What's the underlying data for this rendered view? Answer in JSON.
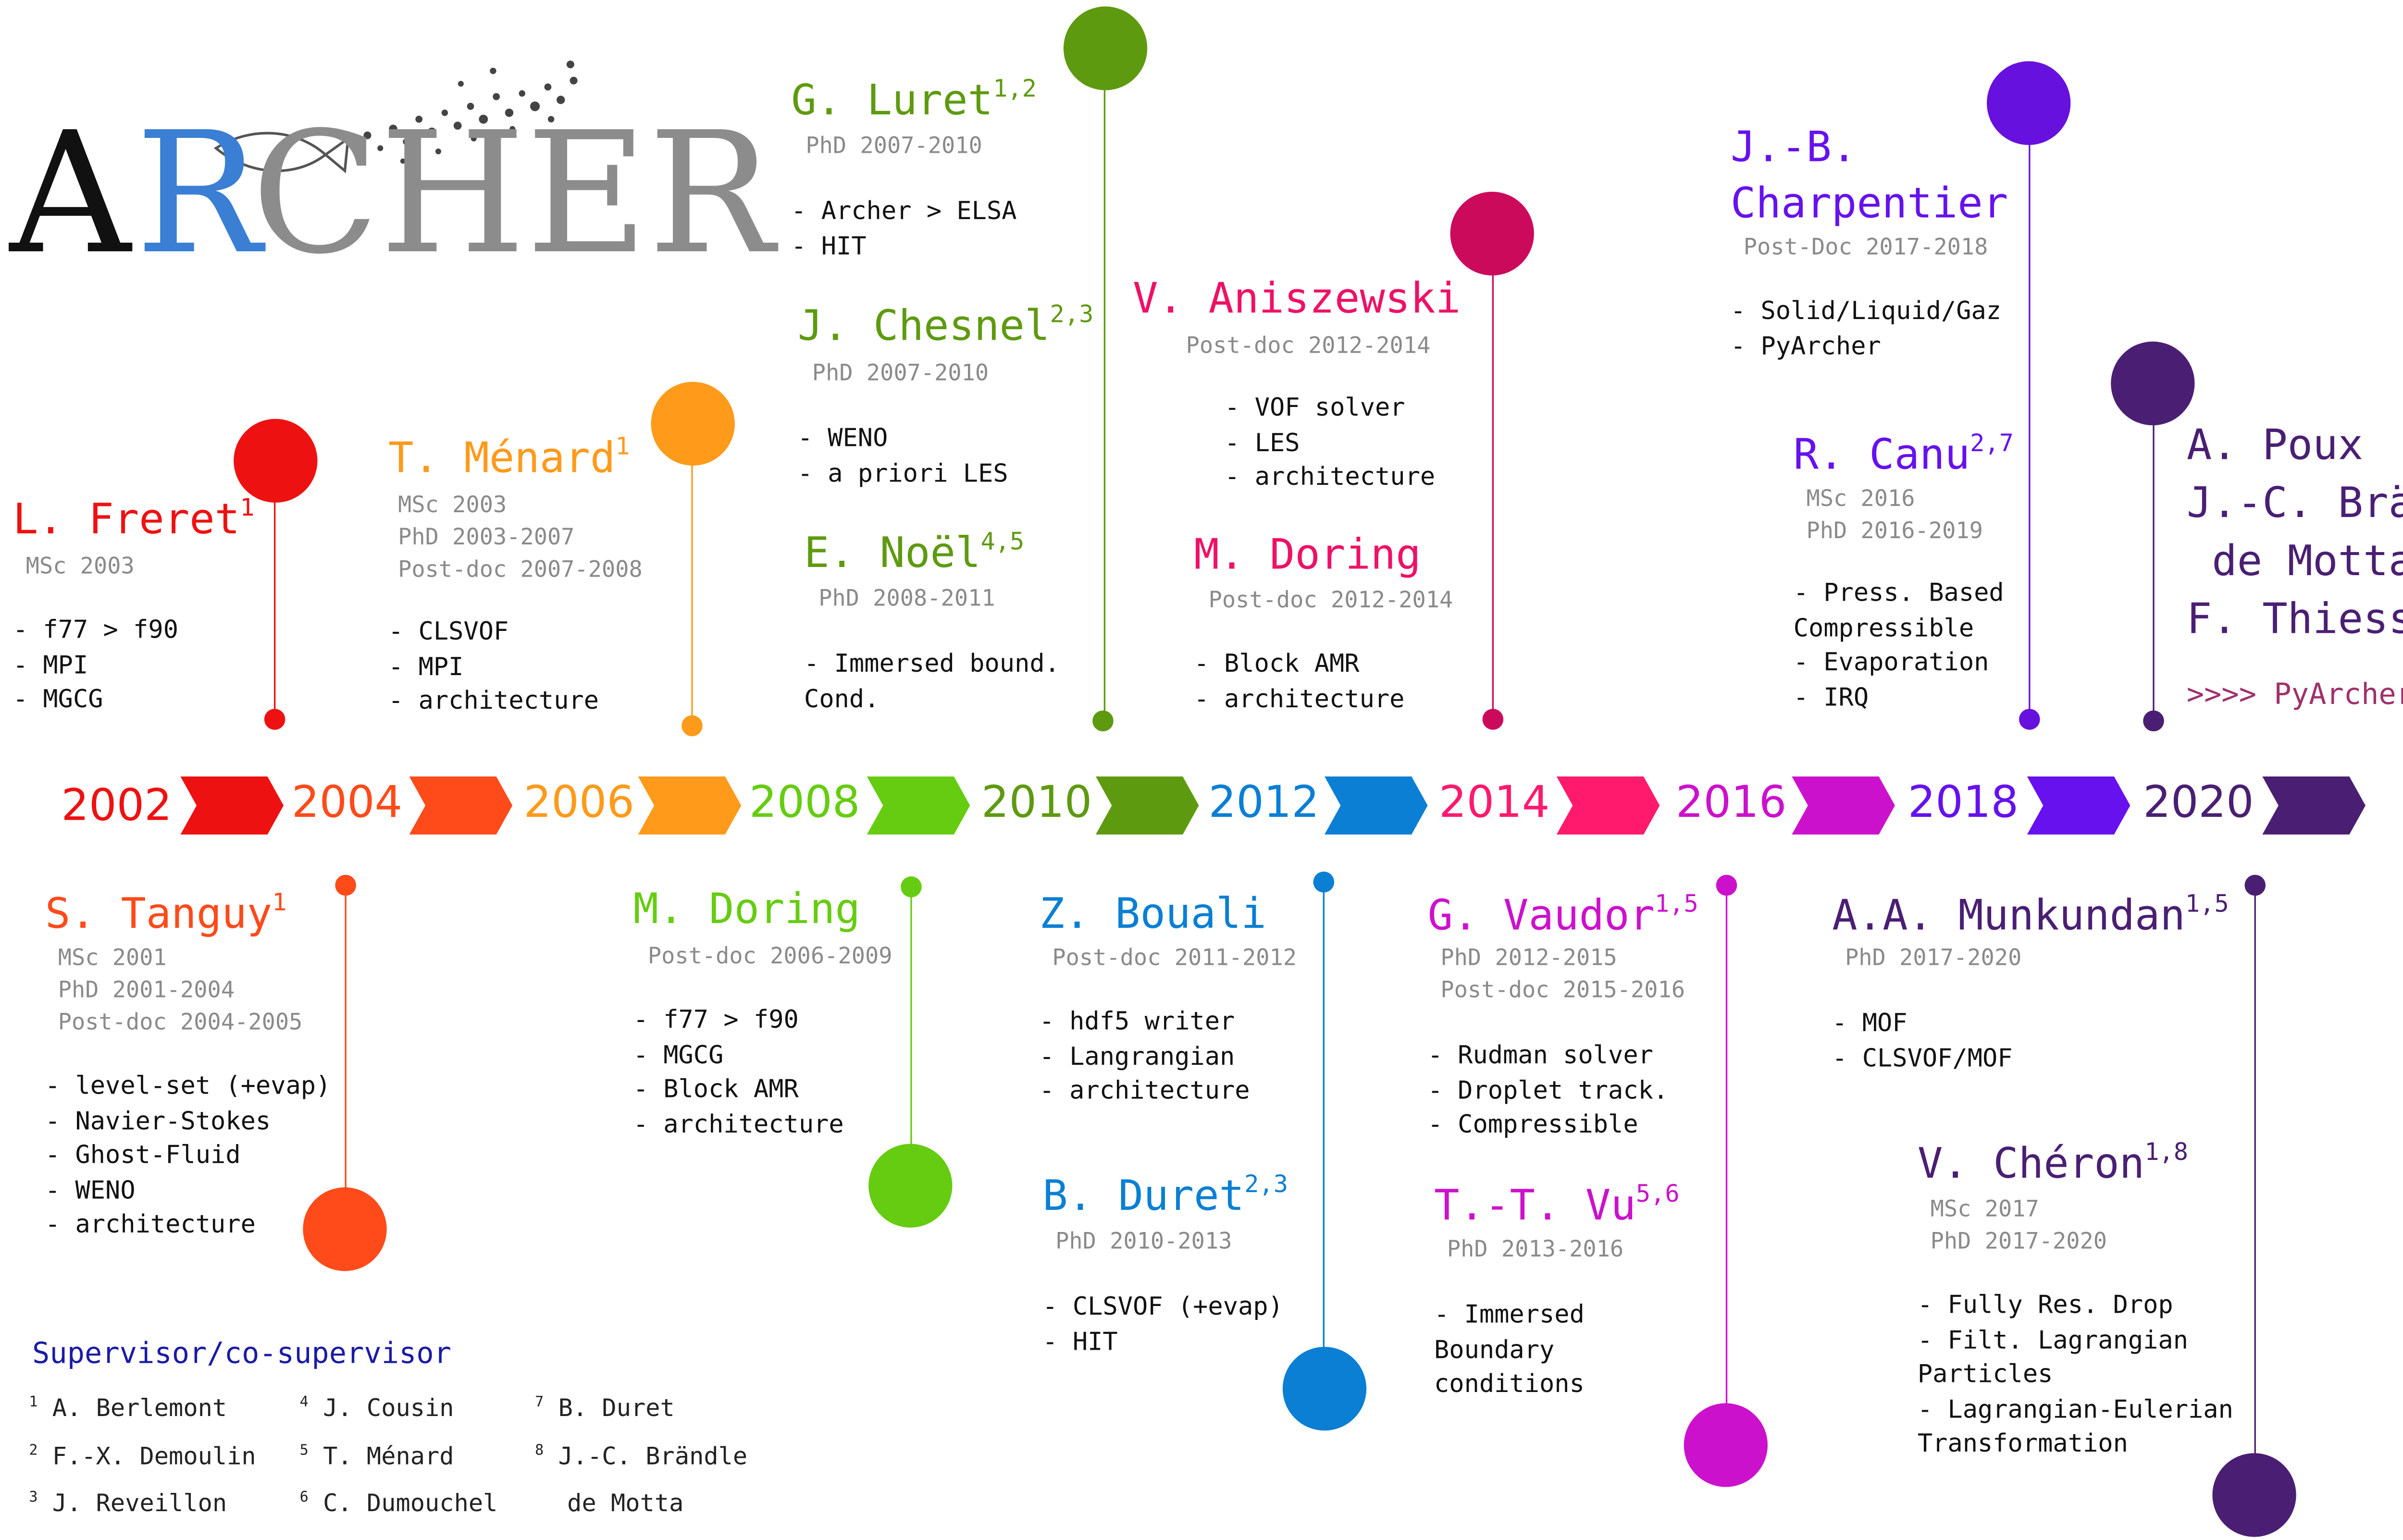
{
  "logo": {
    "text_a": "A",
    "text_r": "R",
    "text_rest": "CHER"
  },
  "timeline": {
    "years": [
      {
        "label": "2002",
        "color": "#ee1111"
      },
      {
        "label": "2004",
        "color": "#ff4a1a"
      },
      {
        "label": "2006",
        "color": "#ff9a1a"
      },
      {
        "label": "2008",
        "color": "#66cc11"
      },
      {
        "label": "2010",
        "color": "#5e9a10"
      },
      {
        "label": "2012",
        "color": "#0a7fd4"
      },
      {
        "label": "2014",
        "color": "#ff1a6e"
      },
      {
        "label": "2016",
        "color": "#cc11cc"
      },
      {
        "label": "2018",
        "color": "#6611ee"
      },
      {
        "label": "2020",
        "color": "#4a1f73"
      }
    ]
  },
  "people": [
    {
      "name": "L. Freret",
      "sup": "1",
      "color": "#ee1111",
      "role": "MSc 2003",
      "items": "- f77 > f90\n- MPI\n- MGCG"
    },
    {
      "name": "T. Ménard",
      "sup": "1",
      "color": "#ff9a1a",
      "role": "MSc 2003\nPhD 2003-2007\nPost-doc 2007-2008",
      "items": "- CLSVOF\n- MPI\n- architecture"
    },
    {
      "name": "G. Luret",
      "sup": "1,2",
      "color": "#5e9a10",
      "role": "PhD 2007-2010",
      "items": "- Archer > ELSA\n- HIT"
    },
    {
      "name": "J. Chesnel",
      "sup": "2,3",
      "color": "#5e9a10",
      "role": "PhD 2007-2010",
      "items": "- WENO\n- a priori LES"
    },
    {
      "name": "E. Noël",
      "sup": "4,5",
      "color": "#5e9a10",
      "role": "PhD 2008-2011",
      "items": "- Immersed bound.\nCond."
    },
    {
      "name": "V. Aniszewski",
      "sup": "",
      "color": "#ee1166",
      "role": "Post-doc 2012-2014",
      "items": "- VOF solver\n- LES\n- architecture"
    },
    {
      "name": "M. Doring",
      "sup": "",
      "color": "#ee1166",
      "role": "Post-doc 2012-2014",
      "items": "- Block AMR\n- architecture"
    },
    {
      "name": "J.-B.",
      "name2": "Charpentier",
      "sup": "",
      "color": "#6611ee",
      "role": "Post-Doc 2017-2018",
      "items": "- Solid/Liquid/Gaz\n- PyArcher"
    },
    {
      "name": "R. Canu",
      "sup": "2,7",
      "color": "#6611ee",
      "role": "MSc 2016\nPhD 2016-2019",
      "items": "- Press. Based\nCompressible\n- Evaporation\n- IRQ"
    },
    {
      "name": "A. Poux\nJ.-C. Brändle\n de Motta\nF. Thiesset",
      "color": "#4a1f73",
      "items": ">>>> PyArcher"
    },
    {
      "name": "S. Tanguy",
      "sup": "1",
      "color": "#ff4a1a",
      "role": "MSc 2001\nPhD 2001-2004\nPost-doc 2004-2005",
      "items": "- level-set (+evap)\n- Navier-Stokes\n- Ghost-Fluid\n- WENO\n- architecture"
    },
    {
      "name": "M. Doring",
      "sup": "",
      "color": "#66cc11",
      "role": "Post-doc 2006-2009",
      "items": "- f77 > f90\n- MGCG\n- Block AMR\n- architecture"
    },
    {
      "name": "Z. Bouali",
      "sup": "",
      "color": "#0a7fd4",
      "role": "Post-doc 2011-2012",
      "items": "- hdf5 writer\n- Langrangian\n- architecture"
    },
    {
      "name": "B. Duret",
      "sup": "2,3",
      "color": "#0a7fd4",
      "role": "PhD 2010-2013",
      "items": "- CLSVOF (+evap)\n- HIT"
    },
    {
      "name": "G. Vaudor",
      "sup": "1,5",
      "color": "#cc11cc",
      "role": "PhD 2012-2015\nPost-doc 2015-2016",
      "items": "- Rudman solver\n- Droplet track.\n- Compressible"
    },
    {
      "name": "T.-T. Vu",
      "sup": "5,6",
      "color": "#cc11cc",
      "role": "PhD 2013-2016",
      "items": "- Immersed\nBoundary\nconditions"
    },
    {
      "name": "A.A. Munkundan",
      "sup": "1,5",
      "color": "#4a1f73",
      "role": "PhD 2017-2020",
      "items": "- MOF\n- CLSVOF/MOF"
    },
    {
      "name": "V. Chéron",
      "sup": "1,8",
      "color": "#4a1f73",
      "role": "MSc 2017\nPhD 2017-2020",
      "items": "- Fully Res. Drop\n- Filt. Lagrangian\nParticles\n- Lagrangian-Eulerian\nTransformation"
    }
  ],
  "legend": {
    "title": "Supervisor/co-supervisor",
    "entries": [
      {
        "n": "1",
        "name": "A. Berlemont"
      },
      {
        "n": "2",
        "name": "F.-X. Demoulin"
      },
      {
        "n": "3",
        "name": "J. Reveillon"
      },
      {
        "n": "4",
        "name": "J. Cousin"
      },
      {
        "n": "5",
        "name": "T. Ménard"
      },
      {
        "n": "6",
        "name": "C. Dumouchel"
      },
      {
        "n": "7",
        "name": "B. Duret"
      },
      {
        "n": "8",
        "name": "J.-C. Brändle"
      },
      {
        "n": "",
        "name": "de Motta"
      }
    ]
  }
}
